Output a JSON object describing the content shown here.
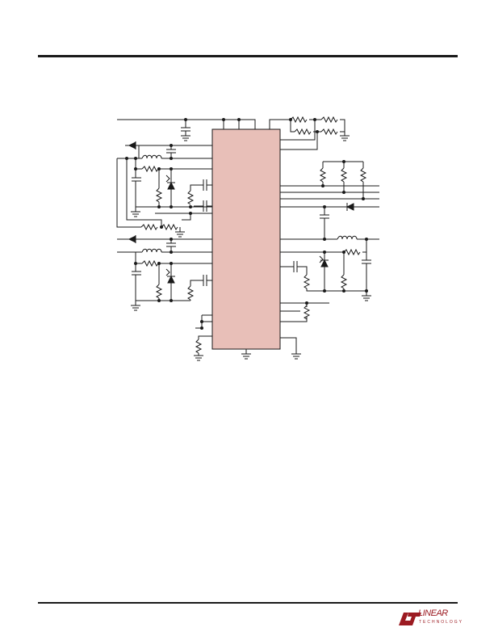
{
  "page": {
    "header_rule": "top-horizontal-rule",
    "footer_rule": "bottom-horizontal-rule"
  },
  "schematic": {
    "ic_fill": "#e8bfb8",
    "wire_color": "#1a1a1a"
  },
  "logo": {
    "wordmark": "LINEAR",
    "sub": "TECHNOLOGY",
    "icon": "lt-logo-icon",
    "color": "#9c1b22"
  }
}
